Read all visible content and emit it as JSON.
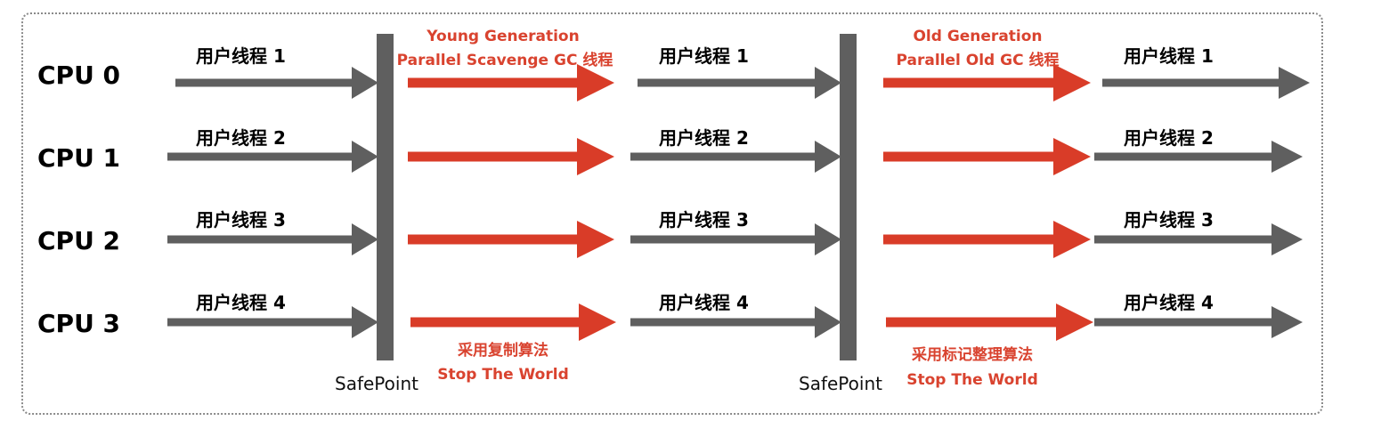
{
  "colors": {
    "thread_arrow": "#5f5f5f",
    "gc_arrow": "#d93c28",
    "gc_text": "#d9432f",
    "safepoint_bar": "#5f5f5f"
  },
  "cpus": [
    "CPU 0",
    "CPU 1",
    "CPU 2",
    "CPU 3"
  ],
  "threads": [
    "用户线程 1",
    "用户线程 2",
    "用户线程 3",
    "用户线程 4"
  ],
  "safepoints": [
    {
      "label": "SafePoint"
    },
    {
      "label": "SafePoint"
    }
  ],
  "gc_phases": [
    {
      "title_line1": "Young Generation",
      "title_line2": "Parallel Scavenge GC 线程",
      "note_line1": "采用复制算法",
      "note_line2": "Stop The World"
    },
    {
      "title_line1": "Old Generation",
      "title_line2": "Parallel Old GC 线程",
      "note_line1": "采用标记整理算法",
      "note_line2": "Stop The World"
    }
  ]
}
